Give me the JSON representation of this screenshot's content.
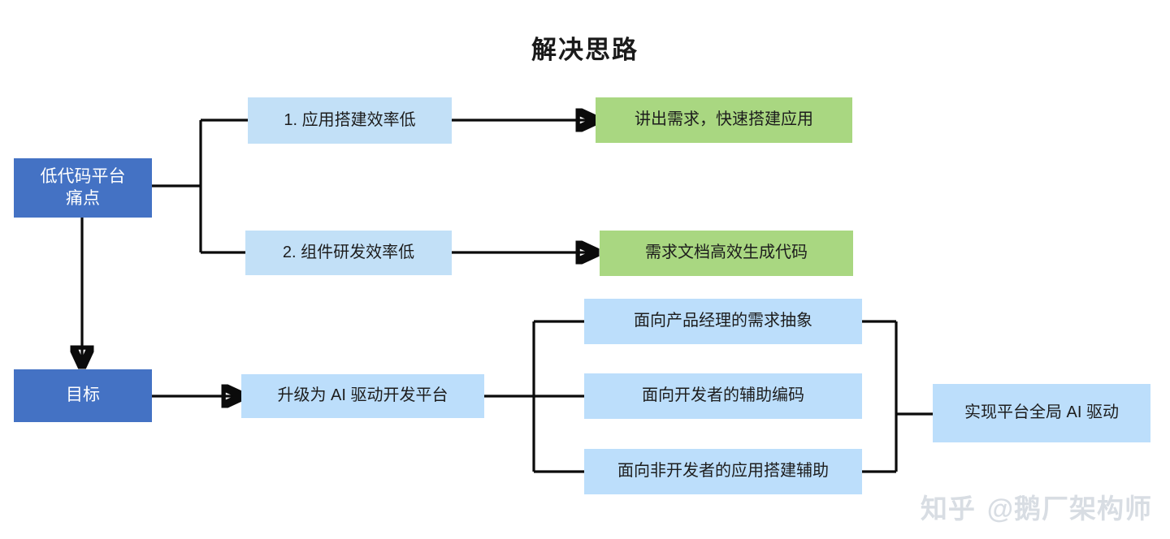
{
  "title": "解决思路",
  "nodes": {
    "pain_root": {
      "label": "低代码平台\n痛点"
    },
    "pain_1": {
      "label": "1. 应用搭建效率低"
    },
    "pain_2": {
      "label": "2. 组件研发效率低"
    },
    "solution_1": {
      "label": "讲出需求，快速搭建应用"
    },
    "solution_2": {
      "label": "需求文档高效生成代码"
    },
    "goal_root": {
      "label": "目标"
    },
    "goal_main": {
      "label": "升级为 AI 驱动开发平台"
    },
    "goal_branch_1": {
      "label": "面向产品经理的需求抽象"
    },
    "goal_branch_2": {
      "label": "面向开发者的辅助编码"
    },
    "goal_branch_3": {
      "label": "面向非开发者的应用搭建辅助"
    },
    "goal_result": {
      "label": "实现平台全局 AI 驱动"
    }
  },
  "watermark": {
    "logo": "知乎",
    "user": "@鹅厂架构师"
  },
  "colors": {
    "dark_blue": "#4472c4",
    "light_blue": "#c2e0f7",
    "green": "#a9d781",
    "line": "#0b0b0b",
    "text_dark": "#1d1d1d",
    "text_light": "#ffffff",
    "watermark": "#d8dde3",
    "background": "#ffffff"
  }
}
